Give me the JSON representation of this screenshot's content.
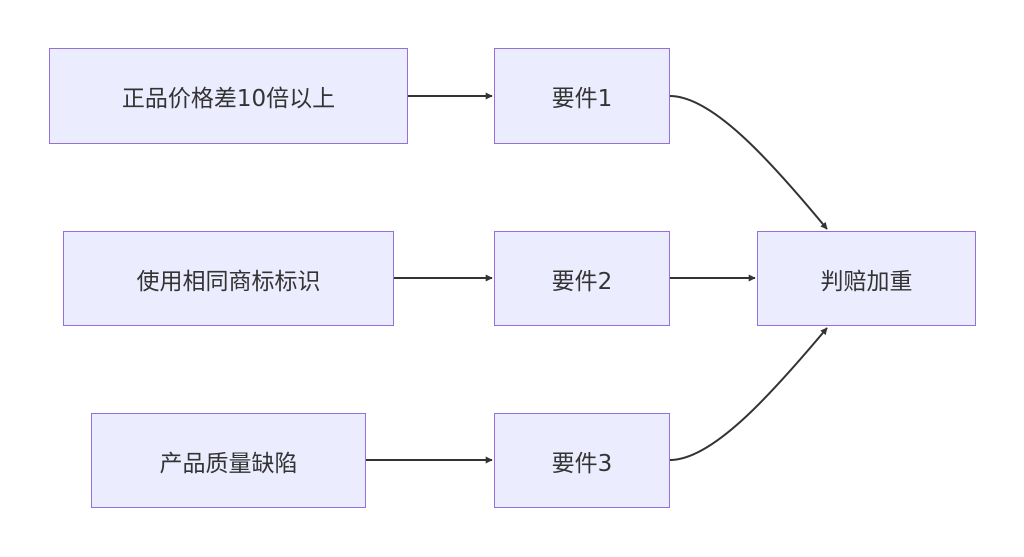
{
  "nodes": {
    "condition_price": "正品价格差10倍以上",
    "condition_trademark": "使用相同商标标识",
    "condition_quality": "产品质量缺陷",
    "element_1": "要件1",
    "element_2": "要件2",
    "element_3": "要件3",
    "result": "判赔加重"
  },
  "edges": [
    {
      "from": "condition_price",
      "to": "element_1"
    },
    {
      "from": "condition_trademark",
      "to": "element_2"
    },
    {
      "from": "condition_quality",
      "to": "element_3"
    },
    {
      "from": "element_1",
      "to": "result"
    },
    {
      "from": "element_2",
      "to": "result"
    },
    {
      "from": "element_3",
      "to": "result"
    }
  ],
  "colors": {
    "node_fill": "#ececff",
    "node_border": "#9370db",
    "edge": "#333333",
    "text": "#333333"
  }
}
